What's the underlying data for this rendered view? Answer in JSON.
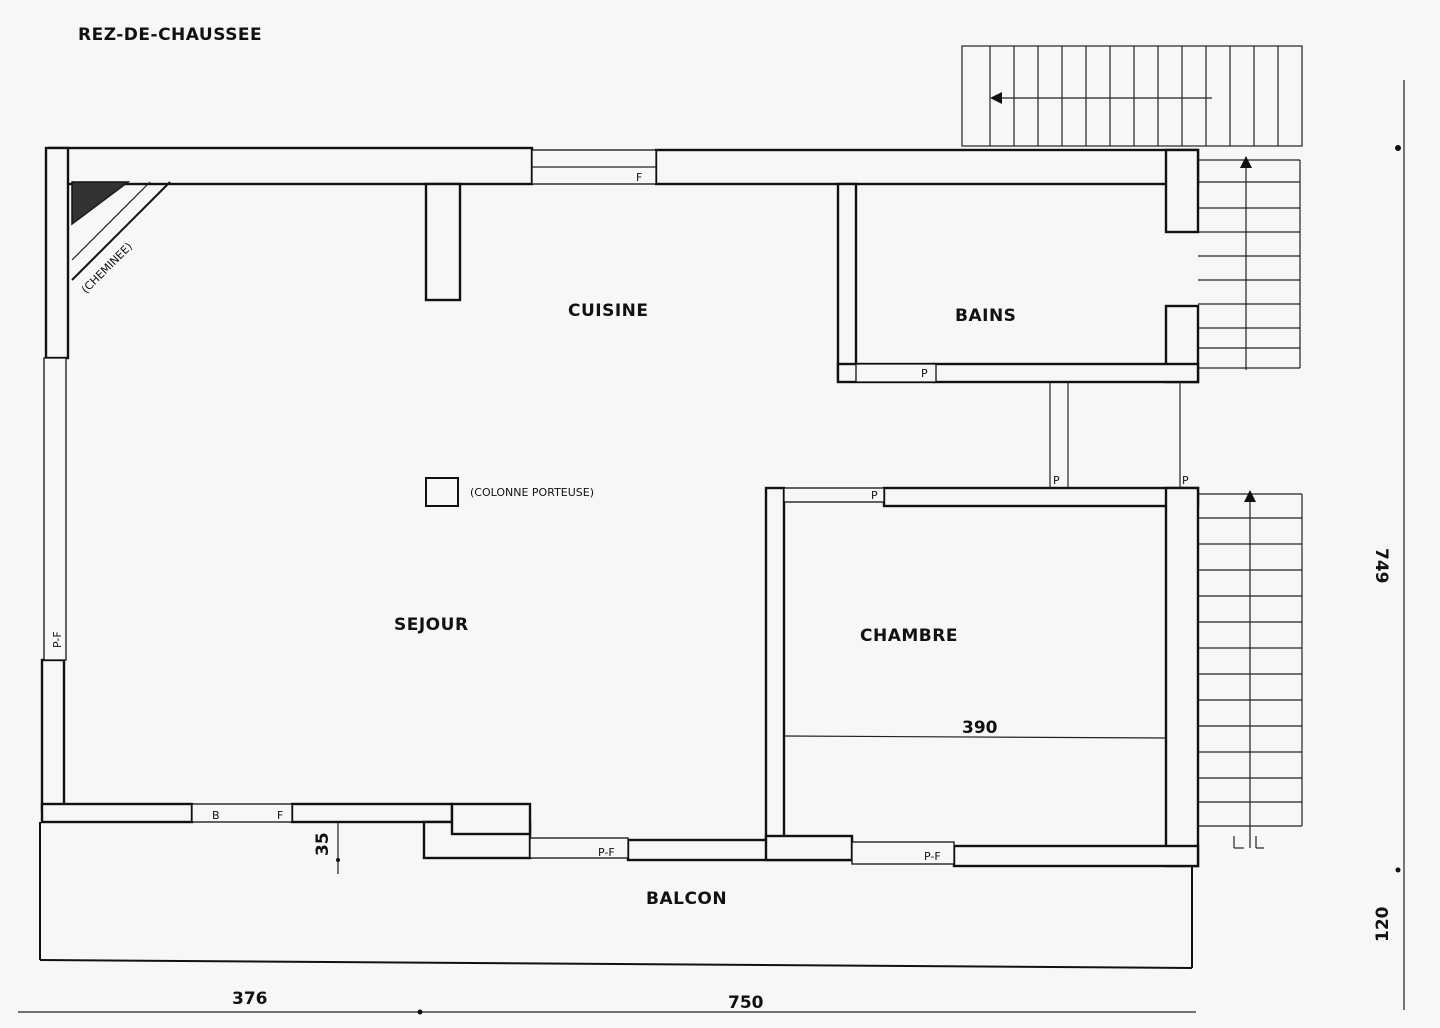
{
  "title": "REZ-DE-CHAUSSEE",
  "rooms": {
    "cuisine": "CUISINE",
    "bains": "BAINS",
    "sejour": "SEJOUR",
    "chambre": "CHAMBRE",
    "balcon": "BALCON"
  },
  "annotations": {
    "cheminee": "(CHEMINEE)",
    "colonne": "(COLONNE PORTEUSE)"
  },
  "openings": {
    "kitchen_window": "F",
    "bath_door": "P",
    "hall_door_left": "P",
    "hall_door_right": "P",
    "chambre_door": "P",
    "left_french_window": "P-F",
    "sejour_bottom_window_b": "B",
    "sejour_bottom_window_f": "F",
    "sejour_french_window": "P-F",
    "chambre_french_window": "P-F"
  },
  "dimensions": {
    "chambre_width": "390",
    "balcon_offset": "35",
    "left_segment": "376",
    "total_width": "750",
    "height_main": "749",
    "balcon_depth": "120"
  }
}
